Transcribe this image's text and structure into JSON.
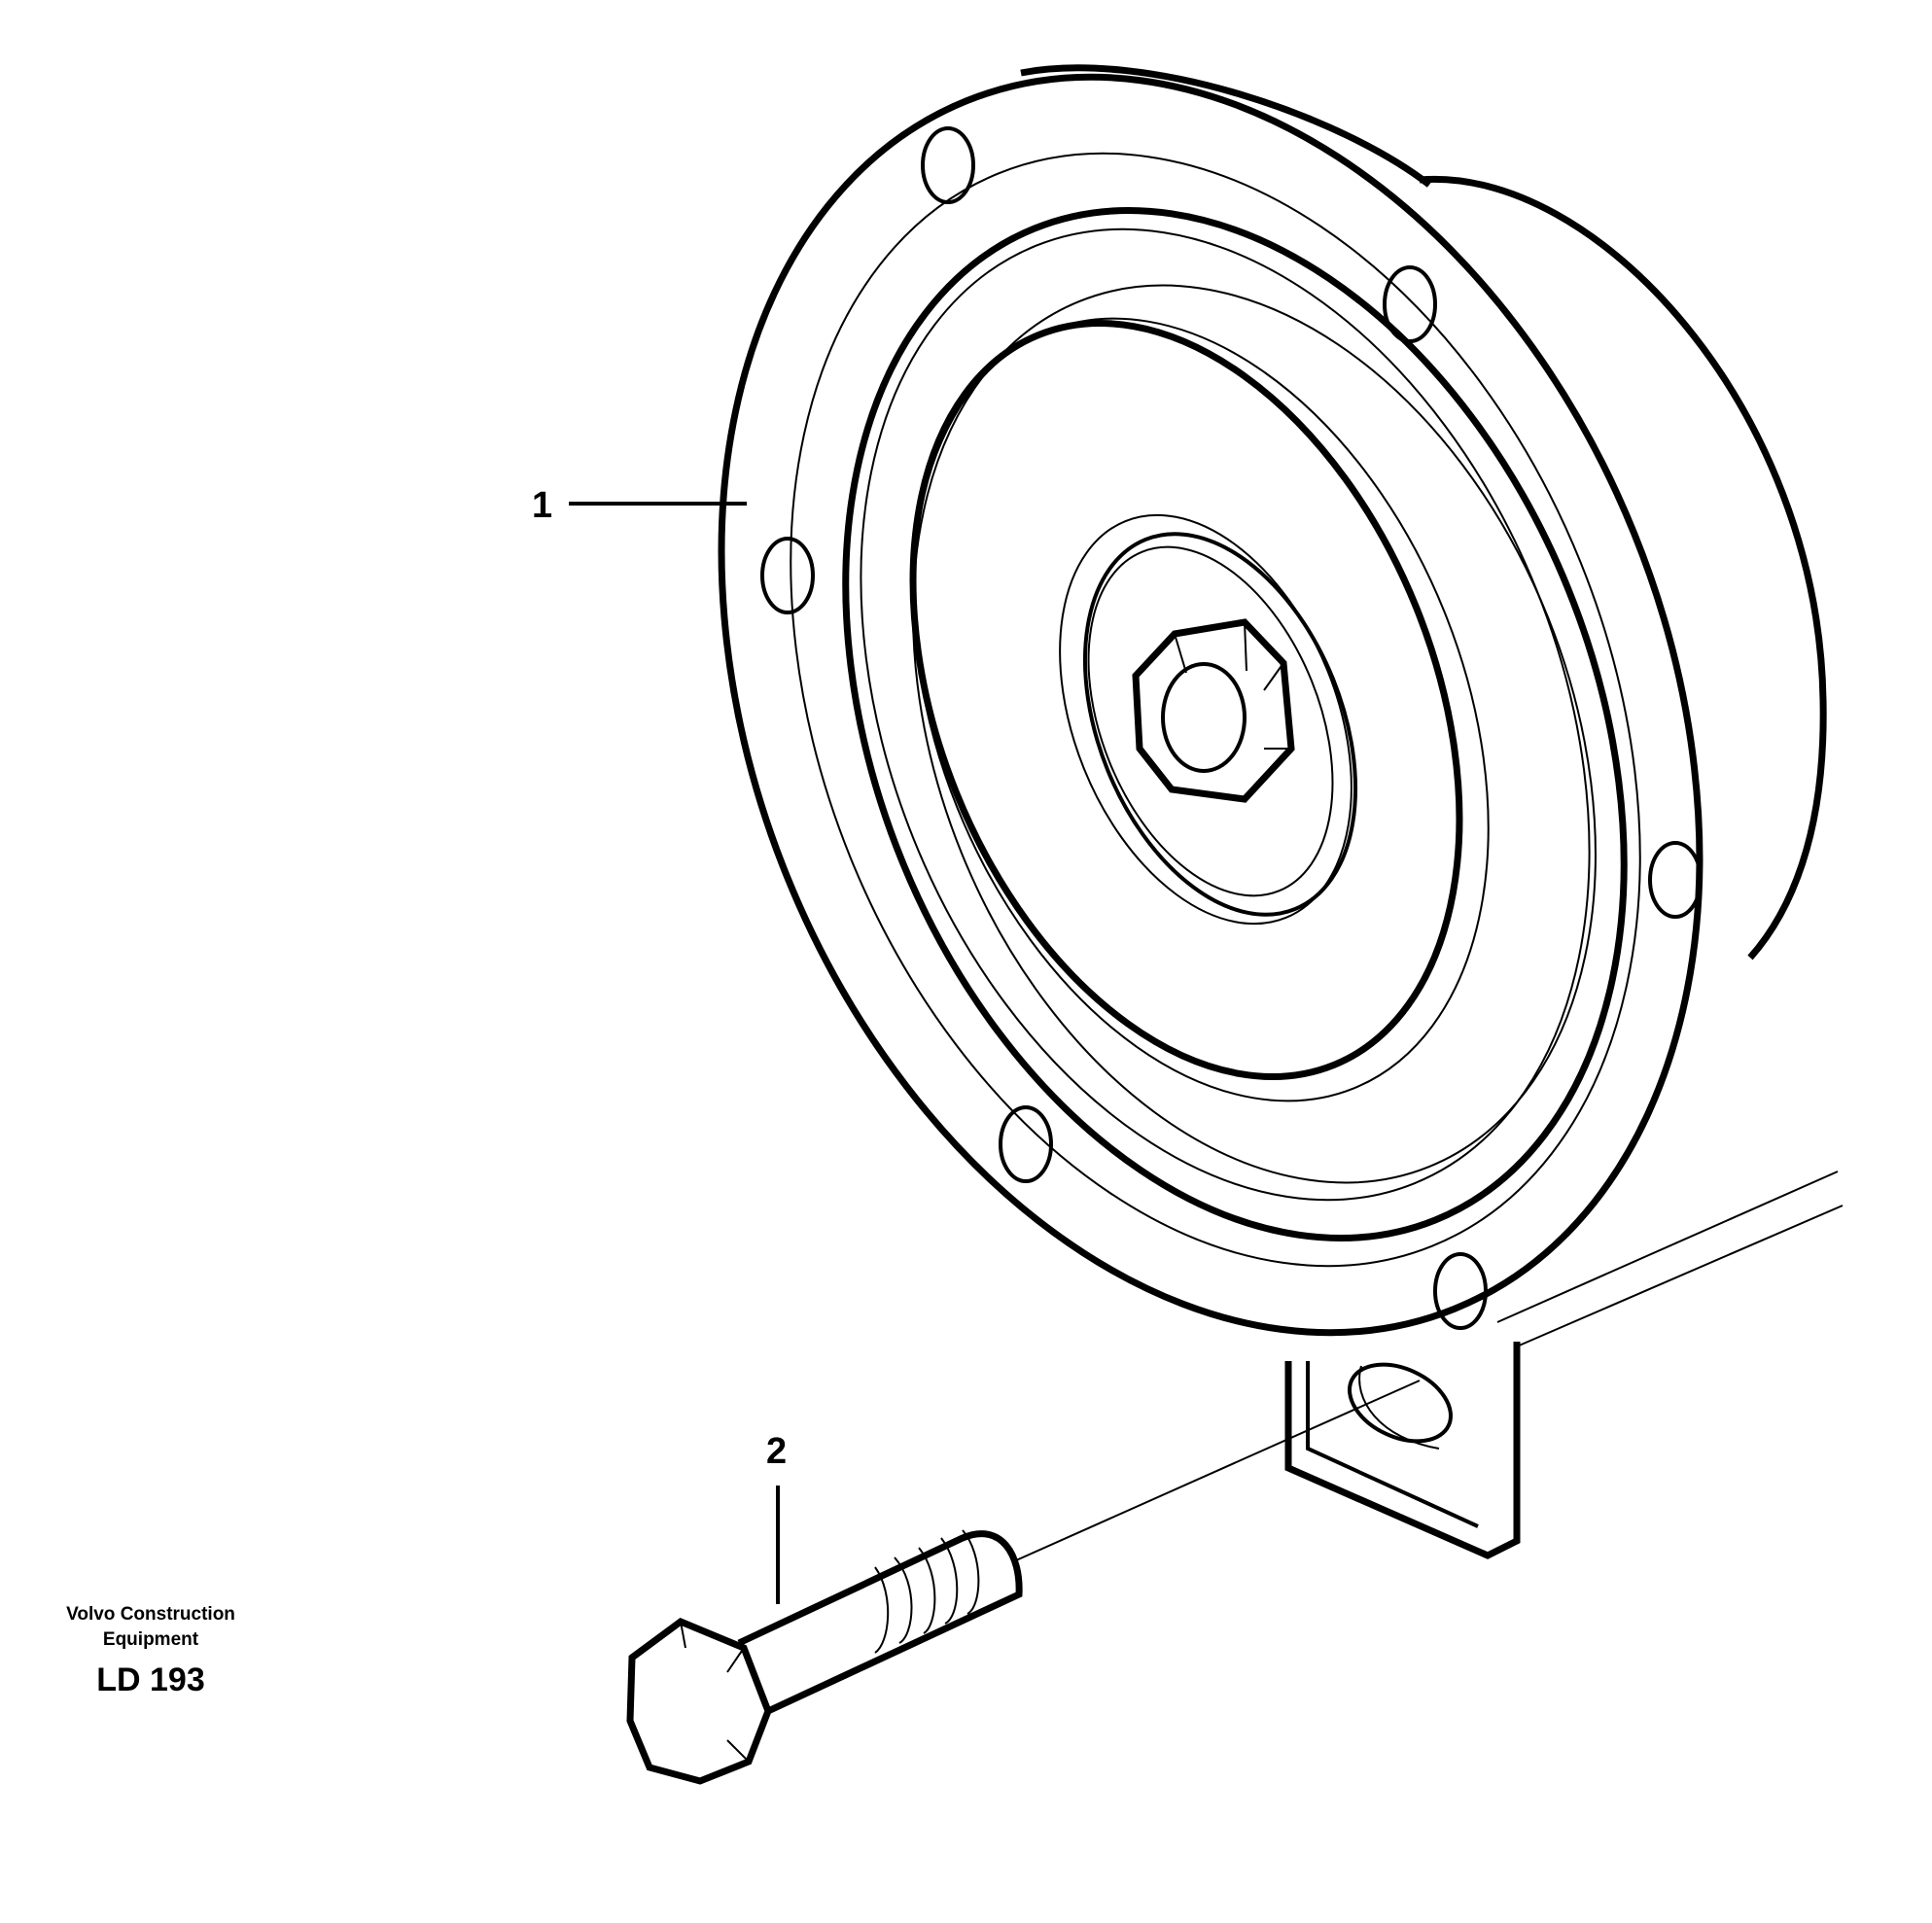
{
  "callouts": [
    {
      "id": "1",
      "label": "1",
      "part": "horn"
    },
    {
      "id": "2",
      "label": "2",
      "part": "screw"
    }
  ],
  "brand": {
    "line1": "Volvo Construction",
    "line2": "Equipment",
    "code": "LD 193"
  },
  "colors": {
    "ink": "#000000",
    "paper": "#ffffff"
  }
}
